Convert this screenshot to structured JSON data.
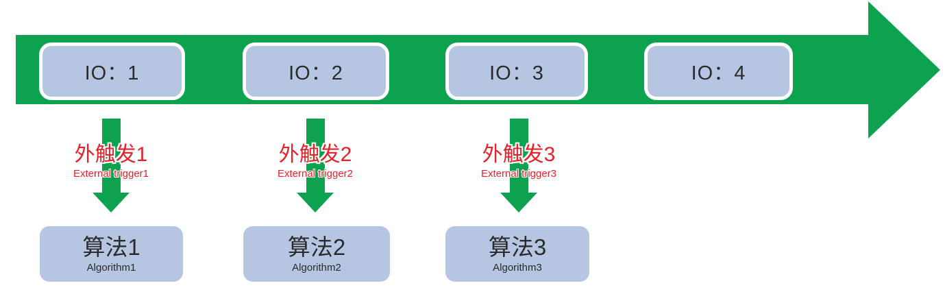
{
  "diagram": {
    "title_hint": "IO timeline with external triggers launching algorithms",
    "colors": {
      "arrow_green": "#0ca24f",
      "box_blue": "#b6c5e2",
      "trigger_red": "#e62129",
      "text_dark": "#2b2b2b",
      "background": "#ffffff"
    },
    "io_boxes": [
      {
        "label": "IO：1"
      },
      {
        "label": "IO：2"
      },
      {
        "label": "IO：3"
      },
      {
        "label": "IO：4"
      }
    ],
    "triggers": [
      {
        "label_zh": "外触发1",
        "label_en": "External trigger1"
      },
      {
        "label_zh": "外触发2",
        "label_en": "External trigger2"
      },
      {
        "label_zh": "外触发3",
        "label_en": "External trigger3"
      }
    ],
    "algorithms": [
      {
        "label_zh": "算法1",
        "label_en": "Algorithm1"
      },
      {
        "label_zh": "算法2",
        "label_en": "Algorithm2"
      },
      {
        "label_zh": "算法3",
        "label_en": "Algorithm3"
      }
    ]
  }
}
